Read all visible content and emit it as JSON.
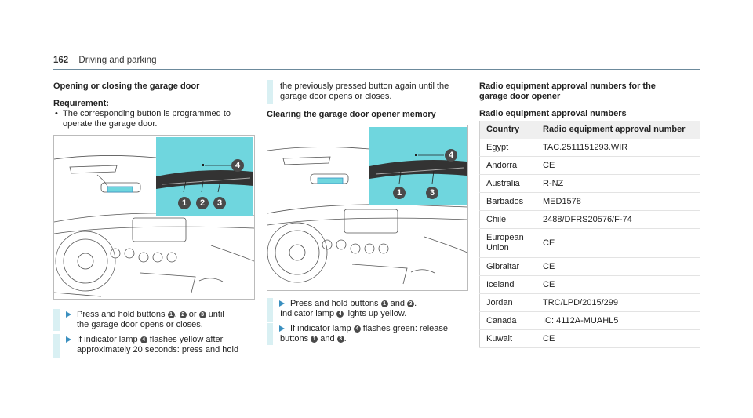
{
  "header": {
    "page_number": "162",
    "section": "Driving and parking"
  },
  "col1": {
    "title": "Opening or closing the garage door",
    "requirement_label": "Requirement:",
    "req_bullet": "•",
    "requirement_line1": "The corresponding button is programmed to",
    "requirement_line2": "operate the garage door.",
    "step1_a": "Press and hold buttons",
    "step1_sep1": ",",
    "step1_or": "or",
    "step1_until": "until",
    "step1_line2": "the garage door opens or closes.",
    "step2_a": "If indicator lamp",
    "step2_b": "flashes yellow after",
    "step2_line2": "approximately 20 seconds: press and hold"
  },
  "col2": {
    "cont_line1": "the previously pressed button again until the",
    "cont_line2": "garage door opens or closes.",
    "title": "Clearing the garage door opener memory",
    "step1_a": "Press and hold buttons",
    "step1_and": "and",
    "step1_end": ".",
    "step1_line2_a": "Indicator lamp",
    "step1_line2_b": "lights up yellow.",
    "step2_a": "If indicator lamp",
    "step2_b": "flashes green: release",
    "step2_line2_a": "buttons",
    "step2_line2_and": "and",
    "step2_line2_end": "."
  },
  "col3": {
    "title_line1": "Radio equipment approval numbers for the",
    "title_line2": "garage door opener",
    "subtitle": "Radio equipment approval numbers",
    "table": {
      "headers": [
        "Country",
        "Radio equipment approval number"
      ],
      "rows": [
        [
          "Egypt",
          "TAC.2511151293.WIR"
        ],
        [
          "Andorra",
          "CE"
        ],
        [
          "Australia",
          "R-NZ"
        ],
        [
          "Barbados",
          "MED1578"
        ],
        [
          "Chile",
          "2488/DFRS20576/F-74"
        ],
        [
          "European Union",
          "CE"
        ],
        [
          "Gibraltar",
          "CE"
        ],
        [
          "Iceland",
          "CE"
        ],
        [
          "Jordan",
          "TRC/LPD/2015/299"
        ],
        [
          "Canada",
          "IC: 4112A-MUAHL5"
        ],
        [
          "Kuwait",
          "CE"
        ]
      ]
    }
  },
  "figure_callouts": {
    "n1": "1",
    "n2": "2",
    "n3": "3",
    "n4": "4"
  },
  "colors": {
    "accent": "#3a8fbf",
    "highlight": "#6fd6de",
    "bar": "#d9f0f3"
  },
  "icons": {
    "step": "triangle-arrow-icon",
    "callout": "numbered-circle-icon"
  }
}
